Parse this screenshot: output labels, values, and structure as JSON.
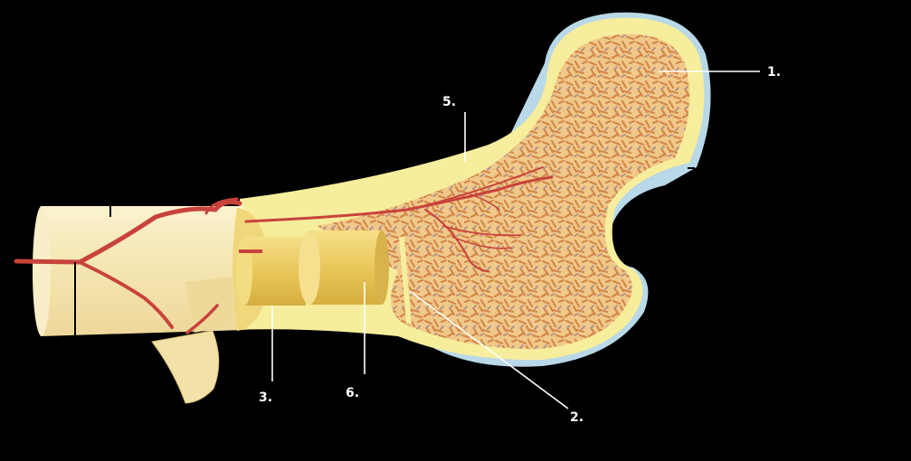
{
  "labels": {
    "label_1": "1.",
    "label_2": "2.",
    "label_3": "3.",
    "label_5": "5.",
    "label_6": "6."
  },
  "colors": {
    "background": "#000000",
    "cortical_bone": "#f6ee9c",
    "spongy_bone_base": "#f1c98a",
    "trabeculae": "#d98f4f",
    "periosteum": "#f7efd2",
    "articular_cartilage": "#b9d8e8",
    "blood_vessel": "#c8433c",
    "osteon_cylinder": "#e8c860"
  }
}
